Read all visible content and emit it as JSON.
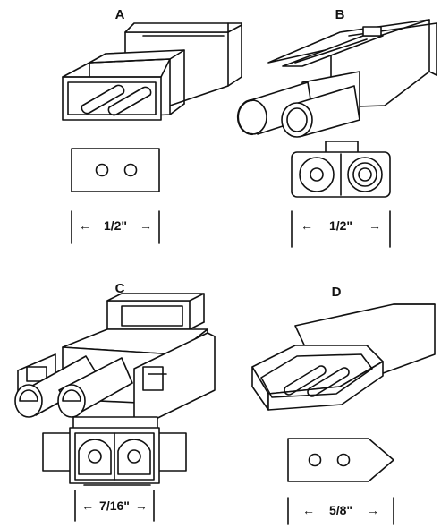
{
  "panels": [
    {
      "id": "a",
      "letter": "A",
      "dimension": "1/2\""
    },
    {
      "id": "b",
      "letter": "B",
      "dimension": "1/2\""
    },
    {
      "id": "c",
      "letter": "C",
      "dimension": "7/16\""
    },
    {
      "id": "d",
      "letter": "D",
      "dimension": "5/8\""
    }
  ],
  "arrows": {
    "left": "←",
    "right": "→"
  },
  "colors": {
    "ink": "#111111",
    "paper": "#ffffff"
  }
}
